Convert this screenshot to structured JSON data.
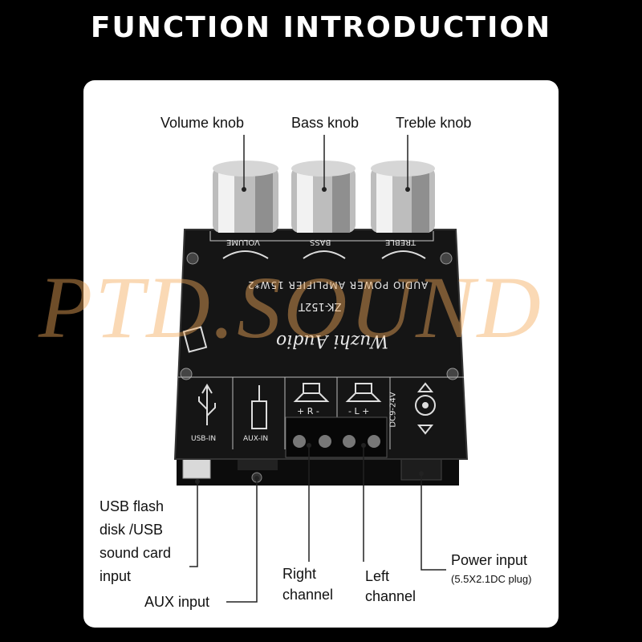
{
  "header": {
    "title": "FUNCTION INTRODUCTION"
  },
  "callouts": {
    "volume_knob": "Volume knob",
    "bass_knob": "Bass knob",
    "treble_knob": "Treble knob",
    "usb_line1": "USB flash",
    "usb_line2": "disk /USB",
    "usb_line3": "sound card",
    "usb_line4": "input",
    "aux_input": "AUX input",
    "right_line1": "Right",
    "right_line2": "channel",
    "left_line1": "Left",
    "left_line2": "channel",
    "power_input": "Power input",
    "power_plug": "(5.5X2.1DC plug)"
  },
  "board": {
    "knob_labels": [
      "VOLUME",
      "BASS",
      "TREBLE"
    ],
    "amp_text": "AUDIO POWER AMPLIFIER 15W*2",
    "model": "ZK-152T",
    "brand_script": "Wuzhi Audio",
    "usb_label": "USB-IN",
    "aux_label": "AUX-IN",
    "right_terminal": "+ R -",
    "left_terminal": "- L +",
    "voltage": "DC9-24V",
    "plus": "+",
    "minus": "-"
  },
  "watermark": "PTD.SOUND",
  "colors": {
    "page_bg": "#000000",
    "panel_bg": "#ffffff",
    "board": "#151515",
    "watermark": "#f5aa5a"
  }
}
